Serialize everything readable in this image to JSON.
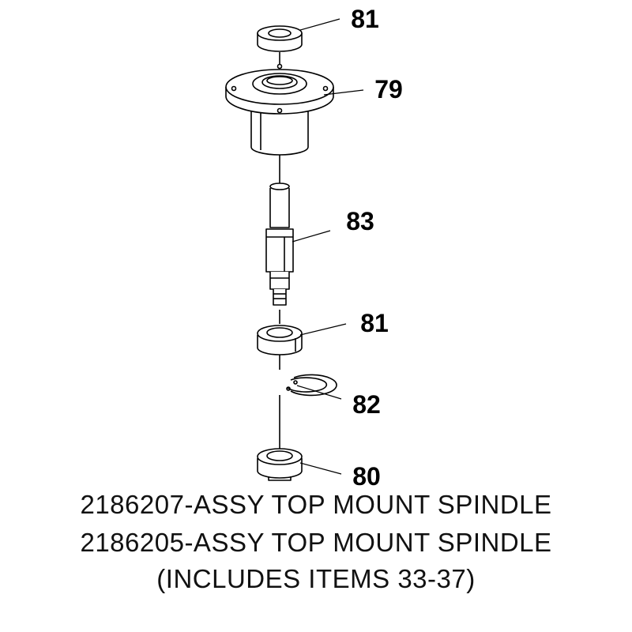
{
  "callouts": {
    "upper_bearing": "81",
    "housing": "79",
    "shaft": "83",
    "lower_bearing": "81",
    "snap_ring": "82",
    "lower_seal": "80"
  },
  "caption": {
    "line1": "2186207-ASSY TOP MOUNT SPINDLE",
    "line2": "2186205-ASSY TOP MOUNT SPINDLE",
    "line3": "(INCLUDES ITEMS 33-37)"
  }
}
